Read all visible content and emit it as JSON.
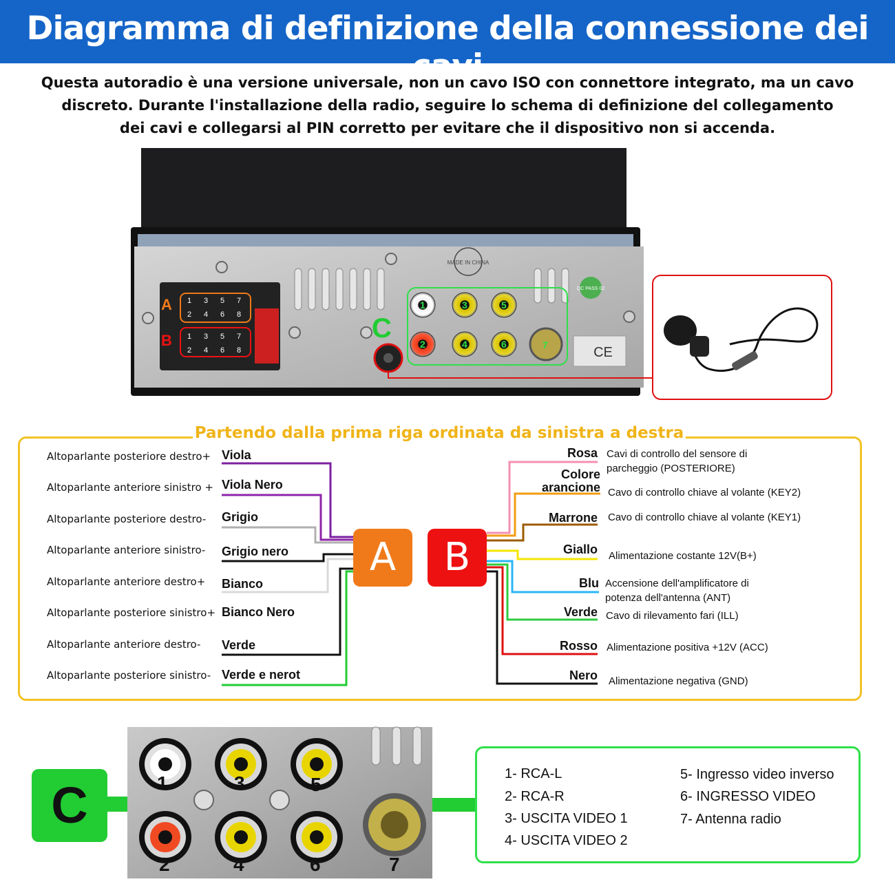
{
  "header": {
    "title": "Diagramma di definizione della connessione dei cavi"
  },
  "intro": {
    "lines": [
      "Questa autoradio è una versione universale, non un cavo ISO con connettore integrato, ma un cavo",
      "discreto. Durante l'installazione della radio, seguire lo schema di definizione del collegamento",
      "dei cavi e collegarsi al PIN corretto per evitare che il dispositivo non si accenda."
    ]
  },
  "device": {
    "connector_a": "A",
    "connector_b": "B",
    "connector_c": "C",
    "pins": [
      "1",
      "3",
      "5",
      "7",
      "2",
      "4",
      "6",
      "8"
    ],
    "rca_numbers": [
      "1",
      "3",
      "5",
      "2",
      "4",
      "6",
      "7"
    ],
    "stamp": "MADE IN CHINA",
    "qc": "QC PASS 02",
    "ce": "CE"
  },
  "wiring": {
    "heading": "Partendo dalla prima riga ordinata da sinistra a destra",
    "connector_a": {
      "badge": "A",
      "color": "#f07a1a",
      "wires": [
        {
          "desc": "Altoparlante posteriore destro+",
          "label": "Viola",
          "color": "#7b1fa2"
        },
        {
          "desc": "Altoparlante anteriore sinistro +",
          "label": "Viola Nero",
          "color": "#8e24aa"
        },
        {
          "desc": "Altoparlante posteriore destro-",
          "label": "Grigio",
          "color": "#b0b0b0"
        },
        {
          "desc": "Altoparlante anteriore sinistro-",
          "label": "Grigio nero",
          "color": "#111111"
        },
        {
          "desc": "Altoparlante anteriore destro+",
          "label": "Bianco",
          "color": "#c8c8c8"
        },
        {
          "desc": "Altoparlante posteriore sinistro+",
          "label": "Bianco Nero",
          "color": "#d9d9d9"
        },
        {
          "desc": "Altoparlante anteriore destro-",
          "label": "Verde",
          "color": "#111111"
        },
        {
          "desc": "Altoparlante posteriore sinistro-",
          "label": "Verde e nerot",
          "color": "#22cc33"
        }
      ]
    },
    "connector_b": {
      "badge": "B",
      "color": "#ee1111",
      "wires": [
        {
          "label": "Rosa",
          "desc": "Cavi di controllo del sensore di parcheggio (POSTERIORE)",
          "color": "#f48fb1"
        },
        {
          "label": "Colore arancione",
          "desc": "Cavo di controllo chiave al volante (KEY2)",
          "color": "#f39c12"
        },
        {
          "label": "Marrone",
          "desc": "Cavo di controllo chiave al volante (KEY1)",
          "color": "#9c5b00"
        },
        {
          "label": "Giallo",
          "desc": "Alimentazione costante 12V(B+)",
          "color": "#f5e600"
        },
        {
          "label": "Blu",
          "desc": "Accensione dell'amplificatore di potenza dell'antenna (ANT)",
          "color": "#29b6f6"
        },
        {
          "label": "Verde",
          "desc": "Cavo di rilevamento fari (ILL)",
          "color": "#2ecc40"
        },
        {
          "label": "Rosso",
          "desc": "Alimentazione positiva +12V (ACC)",
          "color": "#e01010"
        },
        {
          "label": "Nero",
          "desc": "Alimentazione negativa (GND)",
          "color": "#111111"
        }
      ]
    }
  },
  "rca": {
    "badge": "C",
    "badge_color": "#22cc33",
    "photo_numbers": [
      "1",
      "3",
      "5",
      "2",
      "4",
      "6",
      "7"
    ],
    "items_left": [
      "1- RCA-L",
      "2- RCA-R",
      "3- USCITA VIDEO 1",
      "4- USCITA VIDEO 2"
    ],
    "items_right": [
      "5- Ingresso video inverso",
      "6- INGRESSO VIDEO",
      "7- Antenna radio"
    ]
  }
}
